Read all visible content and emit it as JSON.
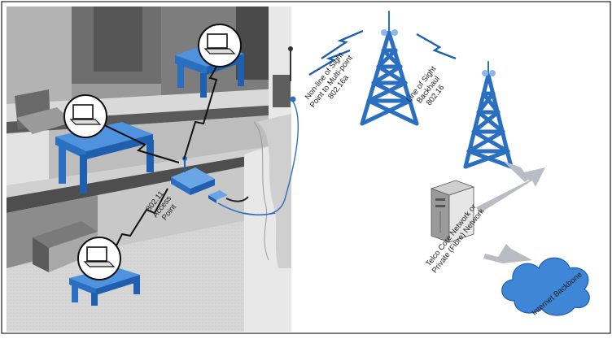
{
  "labels": {
    "nlos": [
      "Non-line of Sight",
      "Point to Multi-point",
      "802.16a"
    ],
    "los": [
      "Line of Sight",
      "Backhaul",
      "802.16"
    ],
    "access_point": [
      "802.11",
      "Access",
      "Point"
    ],
    "telco": [
      "Telco Core Network or",
      "Private (Fibre) Network"
    ],
    "internet": [
      "Internet Backbone"
    ]
  },
  "colors": {
    "tower_blue": "#2a6fc0",
    "furniture_blue": "#3f86d6",
    "wave_blue": "#1f5fb0",
    "building_dark": "#3a3a3a",
    "building_mid": "#8a8a8a",
    "building_light": "#c8c8c8",
    "cloud_blue": "#3f86d6",
    "arrow_grey": "#b9bcc2"
  },
  "icons": [
    "laptop-icon",
    "tower-icon",
    "server-icon",
    "cloud-icon",
    "access-point-icon"
  ]
}
